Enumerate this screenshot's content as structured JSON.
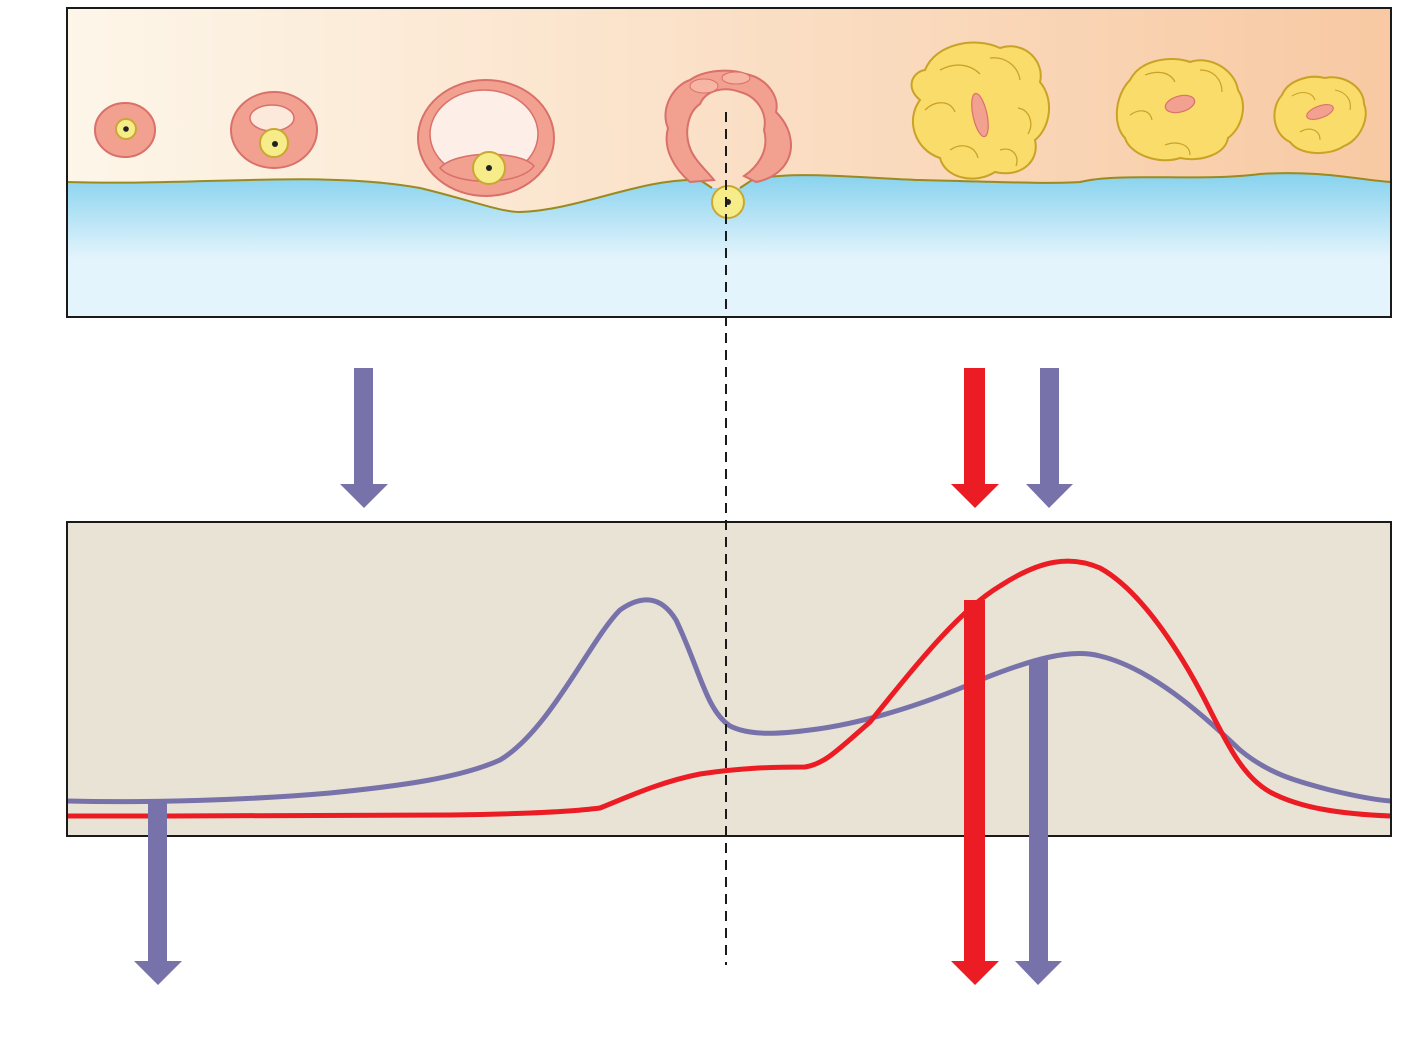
{
  "colors": {
    "background": "#ffffff",
    "frame_stroke": "#1a1a1a",
    "ovary_bg_left": "#fdf6e9",
    "ovary_bg_right": "#f8c9a3",
    "fluid_top": "#86d2ee",
    "fluid_bottom": "#e4f4fc",
    "follicle_fill": "#f2a090",
    "follicle_stroke": "#d9706a",
    "oocyte_fill": "#f7ec8a",
    "oocyte_stroke": "#c9a830",
    "corpus_fill": "#f9dc6a",
    "corpus_stroke": "#caa226",
    "graph_bg": "#e8e3d4",
    "purple_hormone": "#7872ab",
    "red_hormone": "#ec1c24",
    "dashed_line": "#1a1a1a"
  },
  "top_panel": {
    "stages": [
      {
        "name": "primary-follicle"
      },
      {
        "name": "secondary-follicle"
      },
      {
        "name": "mature-follicle"
      },
      {
        "name": "ruptured-follicle-ovulation"
      },
      {
        "name": "corpus-luteum"
      },
      {
        "name": "degenerating-corpus-luteum"
      },
      {
        "name": "corpus-albicans"
      }
    ]
  },
  "graph": {
    "series": [
      {
        "color_key": "purple_hormone",
        "shape": "peak before ovulation, then broad peak in luteal phase"
      },
      {
        "color_key": "red_hormone",
        "shape": "low in follicular phase, large peak in luteal phase"
      }
    ]
  }
}
